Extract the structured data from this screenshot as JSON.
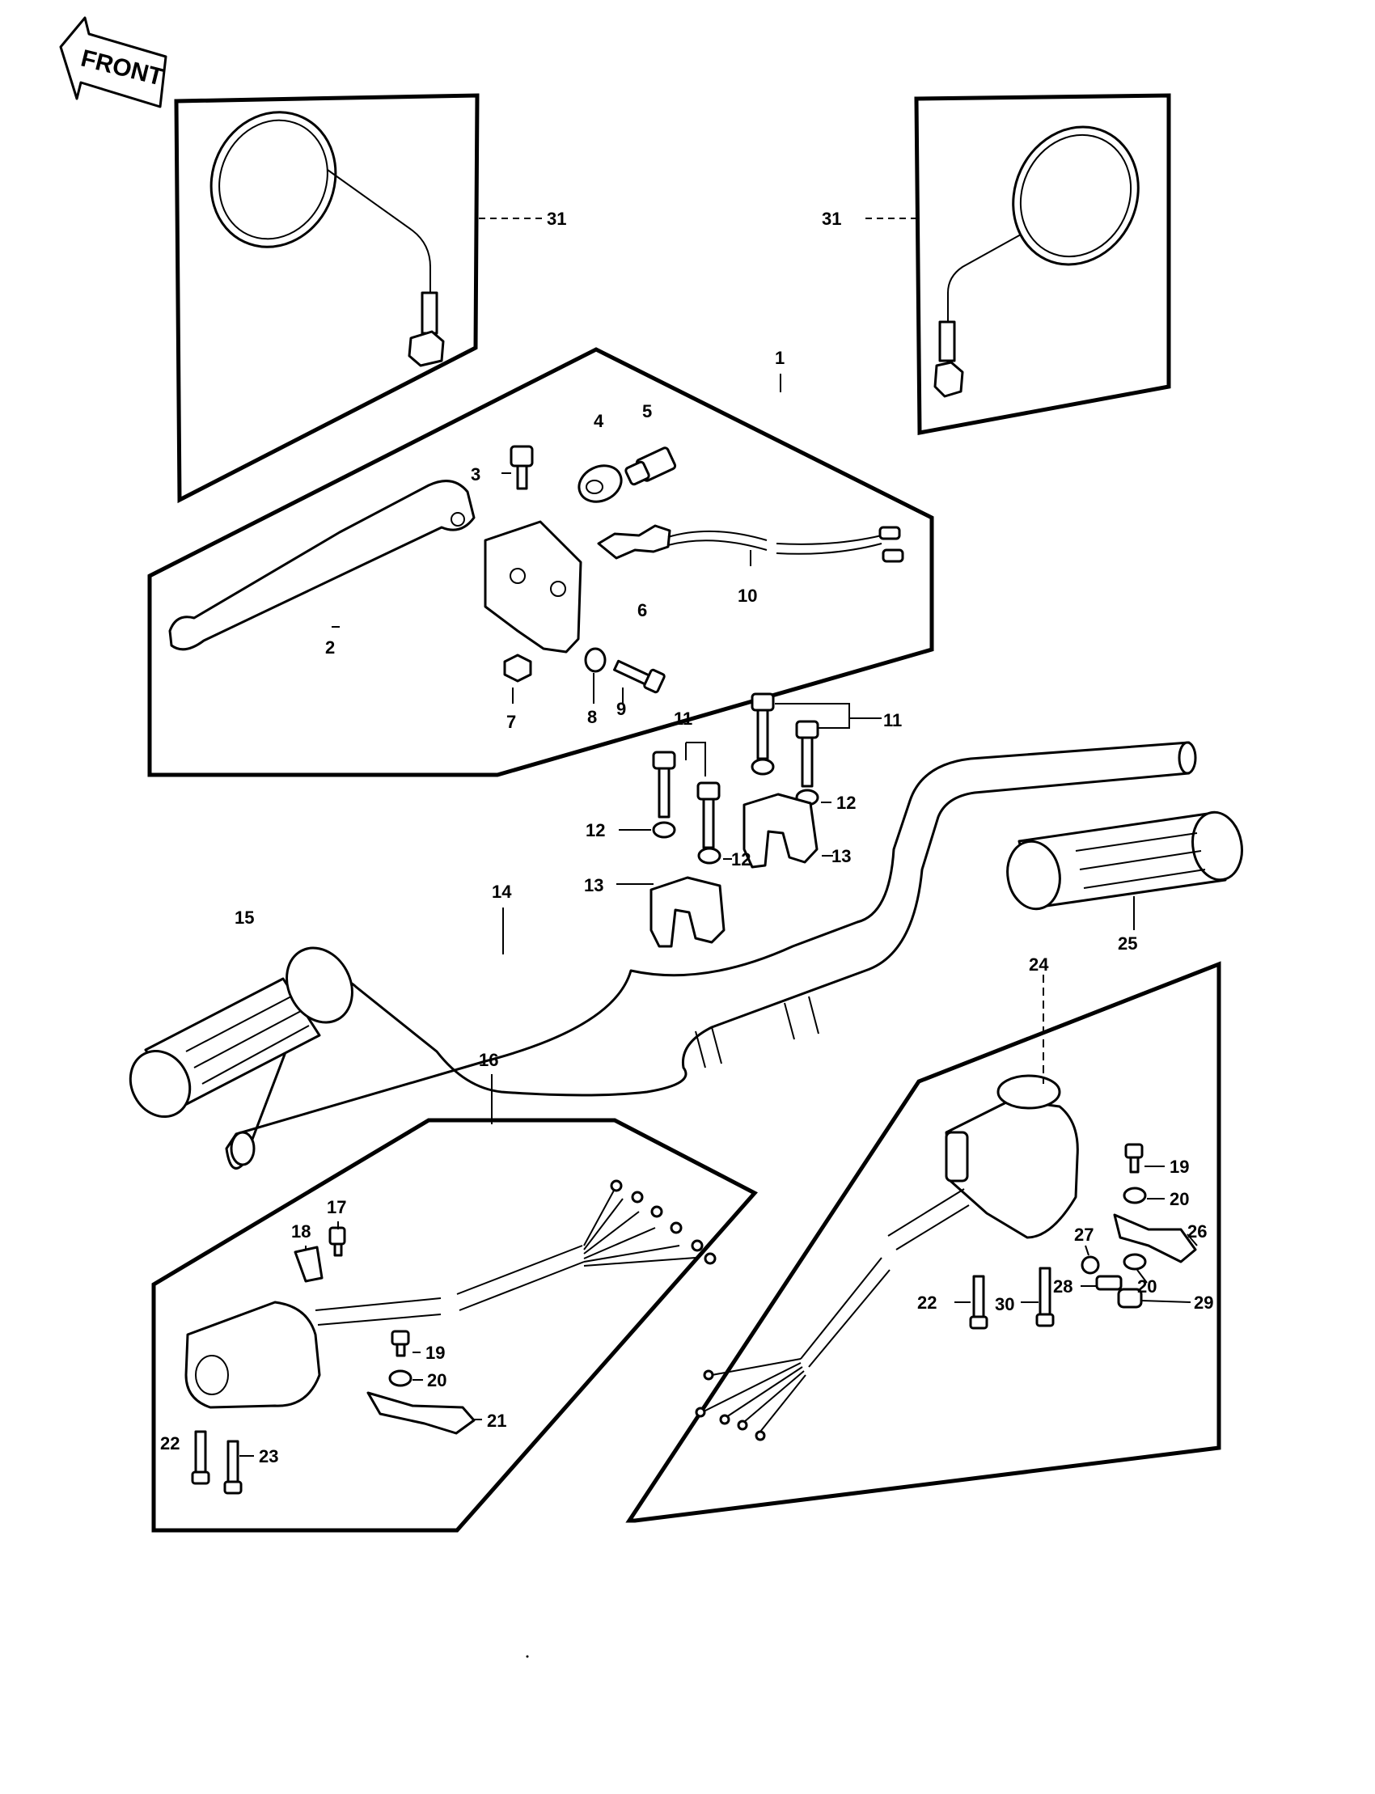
{
  "front_arrow": {
    "label": "FRONT"
  },
  "callouts": [
    {
      "id": "c31a",
      "text": "31"
    },
    {
      "id": "c31b",
      "text": "31"
    },
    {
      "id": "c1",
      "text": "1"
    },
    {
      "id": "c2",
      "text": "2"
    },
    {
      "id": "c3",
      "text": "3"
    },
    {
      "id": "c4",
      "text": "4"
    },
    {
      "id": "c5",
      "text": "5"
    },
    {
      "id": "c6",
      "text": "6"
    },
    {
      "id": "c7",
      "text": "7"
    },
    {
      "id": "c8",
      "text": "8"
    },
    {
      "id": "c9",
      "text": "9"
    },
    {
      "id": "c10",
      "text": "10"
    },
    {
      "id": "c11a",
      "text": "11"
    },
    {
      "id": "c11b",
      "text": "11"
    },
    {
      "id": "c12a",
      "text": "12"
    },
    {
      "id": "c12b",
      "text": "12"
    },
    {
      "id": "c12c",
      "text": "12"
    },
    {
      "id": "c13a",
      "text": "13"
    },
    {
      "id": "c13b",
      "text": "13"
    },
    {
      "id": "c14",
      "text": "14"
    },
    {
      "id": "c15",
      "text": "15"
    },
    {
      "id": "c16",
      "text": "16"
    },
    {
      "id": "c17",
      "text": "17"
    },
    {
      "id": "c18",
      "text": "18"
    },
    {
      "id": "c19a",
      "text": "19"
    },
    {
      "id": "c20a",
      "text": "20"
    },
    {
      "id": "c21",
      "text": "21"
    },
    {
      "id": "c22a",
      "text": "22"
    },
    {
      "id": "c23",
      "text": "23"
    },
    {
      "id": "c24",
      "text": "24"
    },
    {
      "id": "c25",
      "text": "25"
    },
    {
      "id": "c19b",
      "text": "19"
    },
    {
      "id": "c20b",
      "text": "20"
    },
    {
      "id": "c26",
      "text": "26"
    },
    {
      "id": "c27",
      "text": "27"
    },
    {
      "id": "c28",
      "text": "28"
    },
    {
      "id": "c20c",
      "text": "20"
    },
    {
      "id": "c22b",
      "text": "22"
    },
    {
      "id": "c30",
      "text": "30"
    },
    {
      "id": "c29",
      "text": "29"
    }
  ]
}
